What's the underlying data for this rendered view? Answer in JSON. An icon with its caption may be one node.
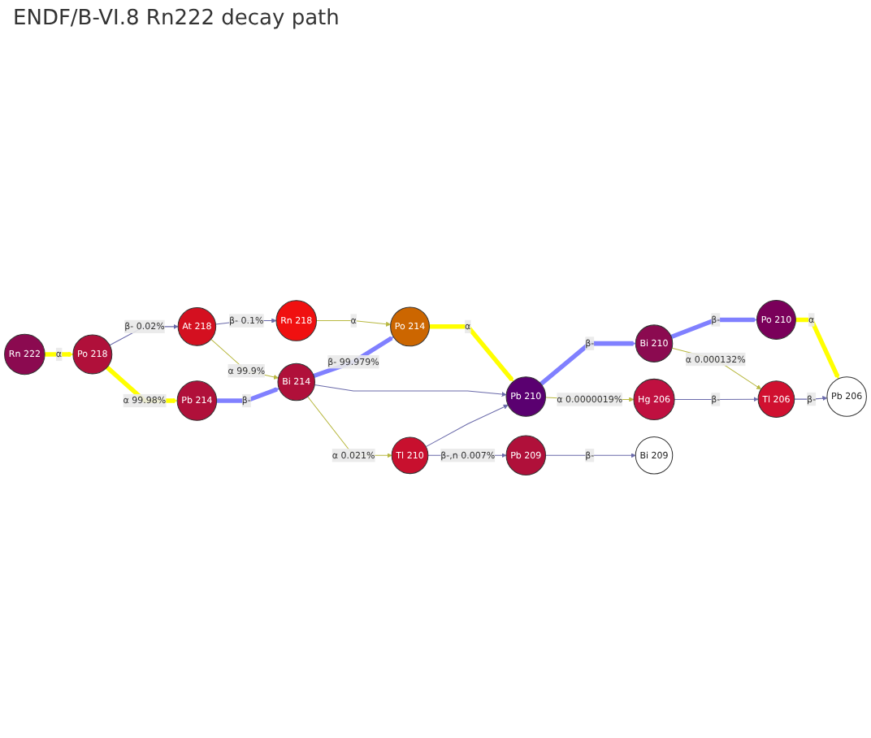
{
  "diagram": {
    "title": "ENDF/B-VI.8 Rn222 decay path",
    "nodes": [
      {
        "text": [
          "Rn 222"
        ]
      },
      {
        "text": [
          "Po 218"
        ]
      },
      {
        "text": [
          "Pb 214"
        ]
      },
      {
        "text": [
          "At 218"
        ]
      },
      {
        "text": [
          "Rn 218"
        ]
      },
      {
        "text": [
          "Bi 214"
        ]
      },
      {
        "text": [
          "Tl 210"
        ]
      },
      {
        "text": [
          "Po 214"
        ]
      },
      {
        "text": [
          "Pb 210"
        ]
      },
      {
        "text": [
          "Hg 206"
        ]
      },
      {
        "text": [
          "Pb 209"
        ]
      },
      {
        "text": [
          "Bi 210"
        ]
      },
      {
        "text": [
          "Tl 206"
        ]
      },
      {
        "text": [
          "Bi 209"
        ]
      },
      {
        "text": [
          "Po 210"
        ]
      },
      {
        "text": [
          "Pb 206"
        ]
      }
    ],
    "edges": [
      {
        "from": 0,
        "to": 1,
        "arrow": "to",
        "label": "α",
        "style": "thick",
        "color": "#ffff00"
      },
      {
        "from": 1,
        "to": 3,
        "arrow": "to",
        "label": "β- 0.02%"
      },
      {
        "from": 1,
        "to": 2,
        "arrow": "to",
        "label": "α 99.98%",
        "style": "thick",
        "color": "#ffff00"
      },
      {
        "from": 3,
        "to": 4,
        "arrow": "to",
        "label": "β- 0.1%"
      },
      {
        "from": 3,
        "to": 5,
        "arrow": "to",
        "label": "α 99.9%",
        "color": "#b8b840"
      },
      {
        "from": 2,
        "to": 5,
        "arrow": "to",
        "label": "β-",
        "style": "thick",
        "color": "#8080ff"
      },
      {
        "from": 4,
        "to": 7,
        "arrow": "to",
        "label": "α",
        "color": "#b8b840"
      },
      {
        "from": 5,
        "to": 7,
        "arrow": "to",
        "label": "β- 99.979%",
        "style": "thick",
        "color": "#8080ff"
      },
      {
        "from": 5,
        "to": 8,
        "arrow": "to"
      },
      {
        "from": 5,
        "to": 6,
        "arrow": "to",
        "label": "α 0.021%",
        "color": "#b8b840"
      },
      {
        "from": 6,
        "to": 8,
        "arrow": "to"
      },
      {
        "from": 6,
        "to": 10,
        "arrow": "to",
        "label": "β-,n 0.007%"
      },
      {
        "from": 7,
        "to": 8,
        "arrow": "to",
        "label": "α",
        "style": "thick",
        "color": "#ffff00"
      },
      {
        "from": 8,
        "to": 11,
        "arrow": "to",
        "label": "β-",
        "style": "thick",
        "color": "#8080ff"
      },
      {
        "from": 8,
        "to": 9,
        "arrow": "to",
        "label": "α 0.0000019%",
        "color": "#b8b840"
      },
      {
        "from": 9,
        "to": 12,
        "arrow": "to",
        "label": "β-"
      },
      {
        "from": 11,
        "to": 14,
        "arrow": "to",
        "label": "β-",
        "style": "thick",
        "color": "#8080ff"
      },
      {
        "from": 11,
        "to": 12,
        "arrow": "to",
        "label": "α 0.000132%",
        "color": "#b8b840"
      },
      {
        "from": 10,
        "to": 13,
        "arrow": "to",
        "label": "β-"
      },
      {
        "from": 12,
        "to": 15,
        "arrow": "to",
        "label": "β-"
      },
      {
        "from": 14,
        "to": 15,
        "arrow": "to",
        "label": "α",
        "style": "thick",
        "color": "#ffff00"
      }
    ]
  }
}
